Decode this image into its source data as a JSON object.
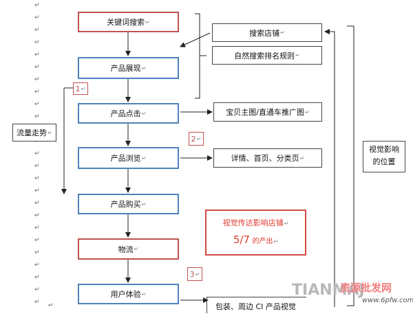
{
  "flow": {
    "keyword_search": "关键词搜索",
    "product_display": "产品展现",
    "product_click": "产品点击",
    "product_browse": "产品浏览",
    "product_purchase": "产品购买",
    "logistics": "物流",
    "user_experience": "用户体验"
  },
  "side_boxes": {
    "search_shop": "搜索店铺",
    "natural_rank": "自然搜索排名规则",
    "main_image": "宝贝主图/直通车推广图",
    "detail_pages": "详情、首页、分类页",
    "packaging": "包装、周边 CI 产品视觉"
  },
  "numbers": {
    "n1": "1",
    "n2": "2",
    "n3": "3"
  },
  "traffic_trend": "流量走势",
  "visual_position": {
    "line1": "视觉影响",
    "line2": "的位置"
  },
  "note": {
    "line1": "视觉传达影响店铺",
    "ratio": "5/7",
    "line2": "的产出"
  },
  "paragraph_mark": "↵",
  "watermark": {
    "brand": "TIANMAJ",
    "cn": "资源批发网",
    "url": "www.6pfw.com"
  },
  "colors": {
    "blue_border": "#4f81bd",
    "red_border": "#c0504d",
    "note_text": "#e03a2e"
  }
}
